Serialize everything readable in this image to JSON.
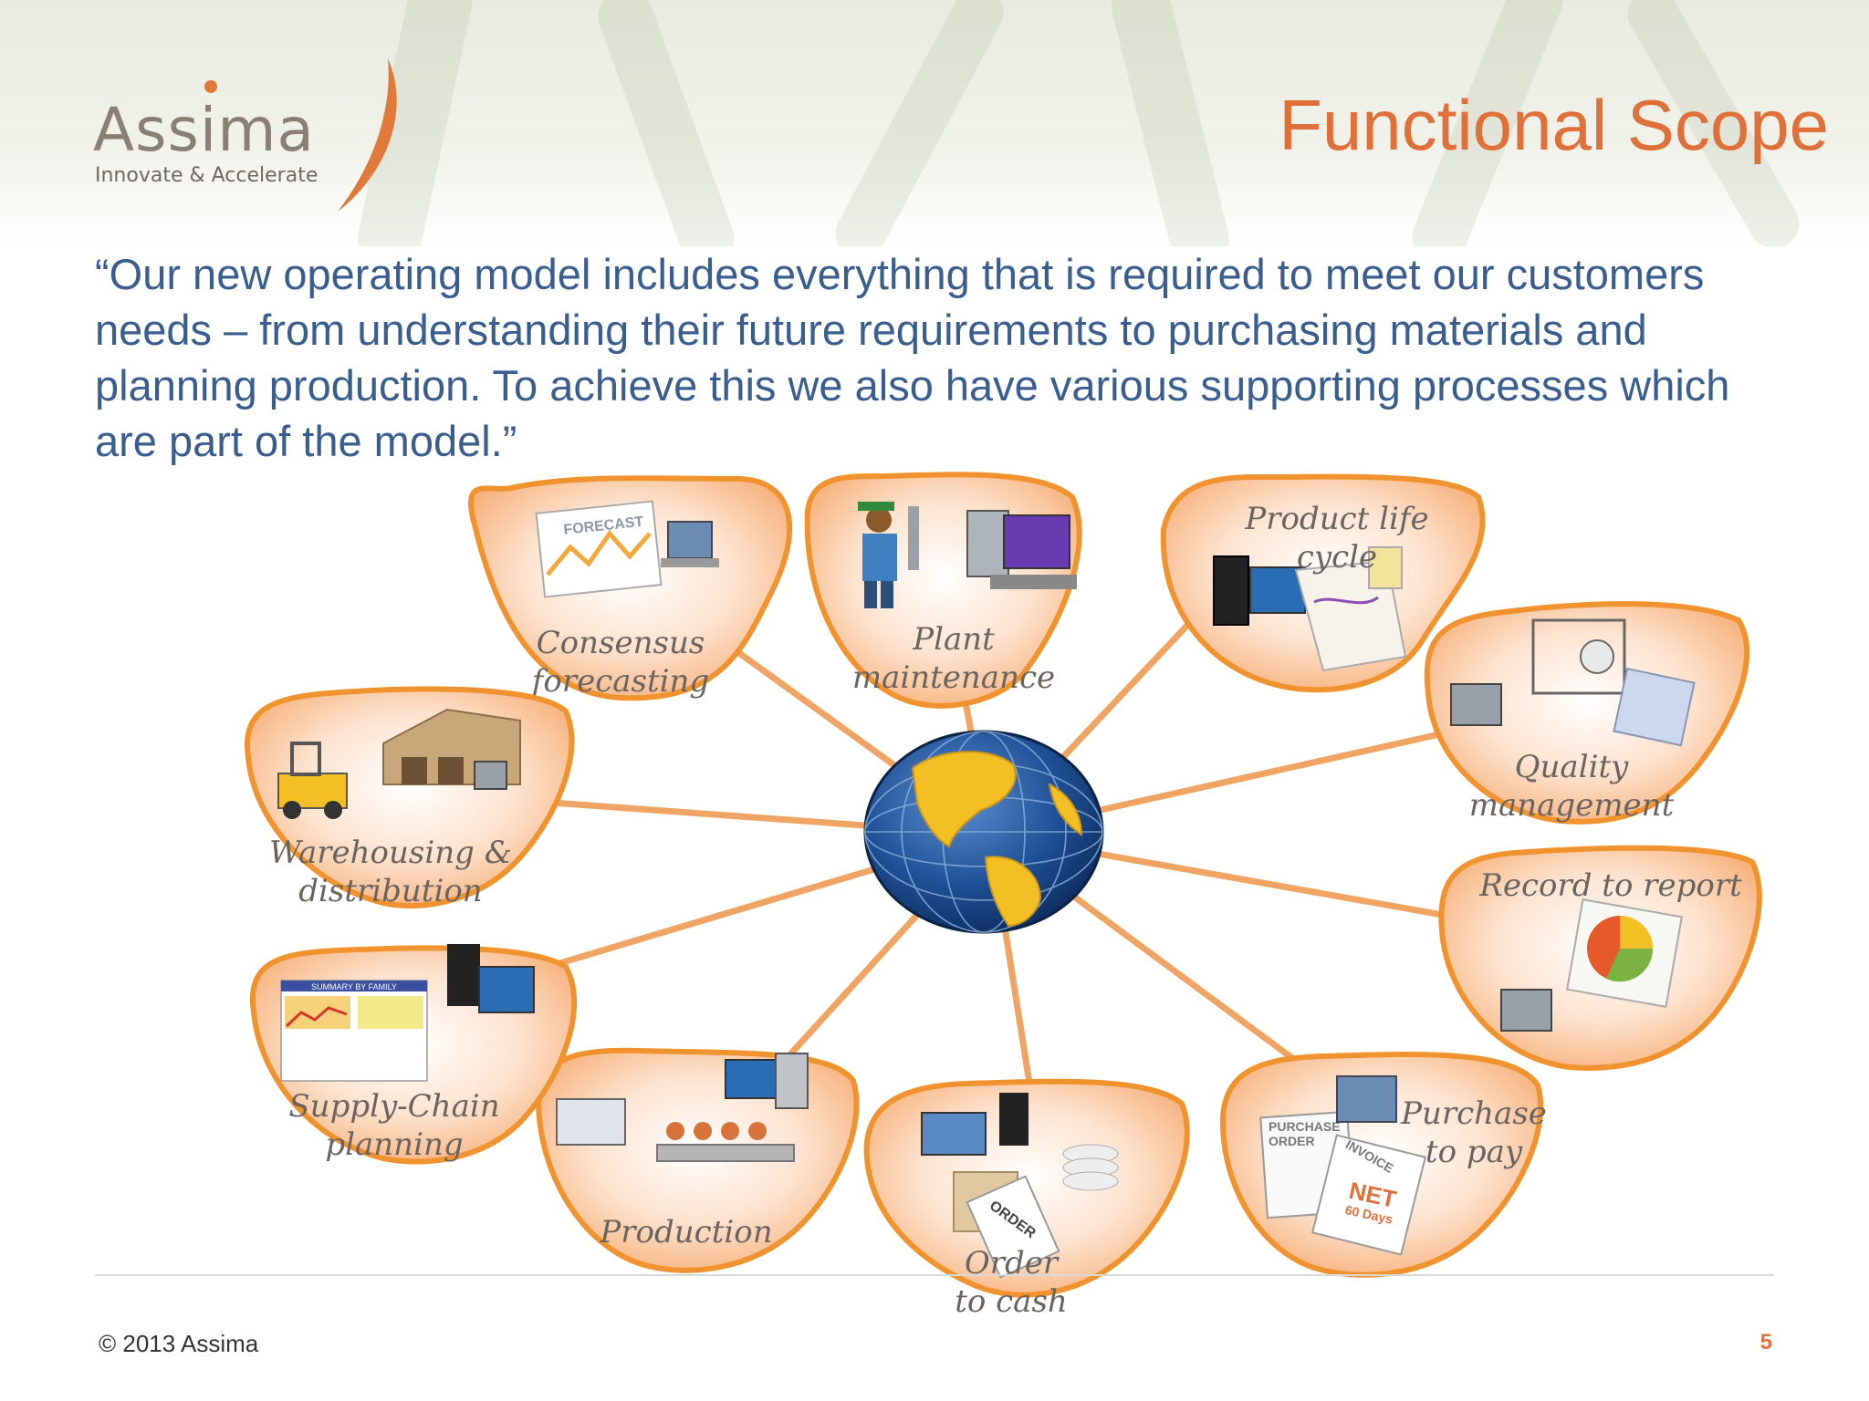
{
  "header": {
    "logo_word": "Assima",
    "logo_tagline": "Innovate & Accelerate",
    "title": "Functional Scope"
  },
  "quote": "“Our new operating model includes everything that is required to meet our customers needs – from understanding their future requirements to purchasing materials and planning production.  To achieve this we also have various supporting processes which are part of the model.”",
  "diagram": {
    "center_icon": "globe-icon",
    "nodes": [
      {
        "id": "consensus-forecasting",
        "lines": [
          "Consensus",
          "forecasting"
        ],
        "icon": "forecast-chart-icon",
        "icon_text": "FORECAST"
      },
      {
        "id": "plant-maintenance",
        "lines": [
          "Plant",
          "maintenance"
        ],
        "icon": "maintenance-worker-icon"
      },
      {
        "id": "product-life-cycle",
        "lines": [
          "Product life",
          "cycle"
        ],
        "icon": "blueprint-icon"
      },
      {
        "id": "quality-management",
        "lines": [
          "Quality",
          "management"
        ],
        "icon": "lab-equipment-icon"
      },
      {
        "id": "record-to-report",
        "lines": [
          "Record to report"
        ],
        "icon": "pie-report-icon"
      },
      {
        "id": "purchase-to-pay",
        "lines": [
          "Purchase",
          "to pay"
        ],
        "icon": "invoice-icon",
        "icon_text": [
          "PURCHASE",
          "ORDER",
          "INVOICE",
          "NET",
          "60 Days"
        ]
      },
      {
        "id": "order-to-cash",
        "lines": [
          "Order",
          "to cash"
        ],
        "icon": "order-box-icon",
        "icon_text": "ORDER"
      },
      {
        "id": "production",
        "lines": [
          "Production"
        ],
        "icon": "factory-line-icon"
      },
      {
        "id": "supply-chain-planning",
        "lines": [
          "Supply-Chain",
          "planning"
        ],
        "icon": "summary-report-icon",
        "icon_text": "SUMMARY BY FAMILY"
      },
      {
        "id": "warehousing-distribution",
        "lines": [
          "Warehousing &",
          "distribution"
        ],
        "icon": "forklift-warehouse-icon"
      }
    ]
  },
  "footer": {
    "copyright": "© 2013 Assima",
    "page_number": "5"
  }
}
